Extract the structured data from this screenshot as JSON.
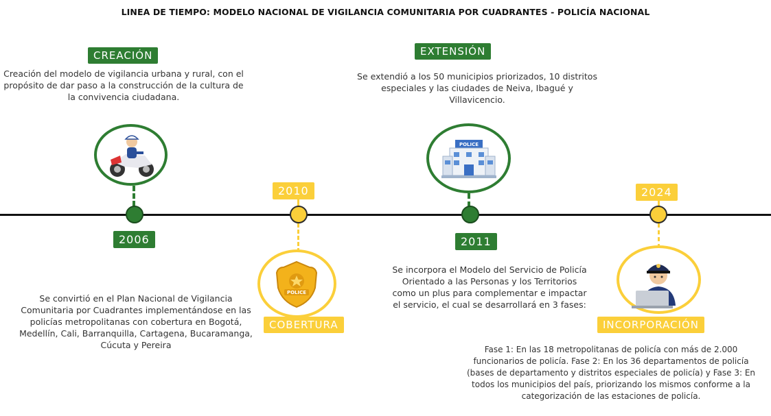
{
  "title": "LINEA DE TIEMPO: MODELO NACIONAL DE VIGILANCIA COMUNITARIA POR CUADRANTES - POLICÍA NACIONAL",
  "colors": {
    "green": "#2e7d32",
    "yellow": "#fbcf3a",
    "line": "#111111"
  },
  "events": [
    {
      "year": "2006",
      "label": "CREACIÓN",
      "icon": "police-motorcycle-icon",
      "desc": "Creación del modelo de vigilancia urbana y rural, con el propósito de dar paso a la construcción de la cultura de la convivencia ciudadana."
    },
    {
      "year": "2010",
      "label": "COBERTURA",
      "icon": "police-badge-icon",
      "desc": "Se convirtió en el Plan Nacional de Vigilancia Comunitaria por Cuadrantes implementándose en las policías metropolitanas con cobertura en Bogotá, Medellín, Cali, Barranquilla, Cartagena, Bucaramanga, Cúcuta y Pereira"
    },
    {
      "year": "2011",
      "label": "EXTENSIÓN",
      "icon": "police-station-icon",
      "desc": "Se extendió a los 50 municipios priorizados, 10 distritos especiales y las ciudades de Neiva, Ibagué y Villavicencio."
    },
    {
      "year": "2024",
      "label": "INCORPORACIÓN",
      "icon": "police-officer-laptop-icon",
      "desc": "Se incorpora el Modelo del Servicio de Policía Orientado a las Personas y los Territorios como un plus para complementar e impactar el servicio, el cual se desarrollará en 3 fases:",
      "phases": "Fase 1: En las 18 metropolitanas de policía con más de 2.000 funcionarios de policía. Fase 2: En los 36 departamentos de policía (bases de departamento y distritos especiales de policía) y Fase 3: En todos los municipios del país, priorizando los mismos conforme a la categorización de las estaciones de policía."
    }
  ]
}
